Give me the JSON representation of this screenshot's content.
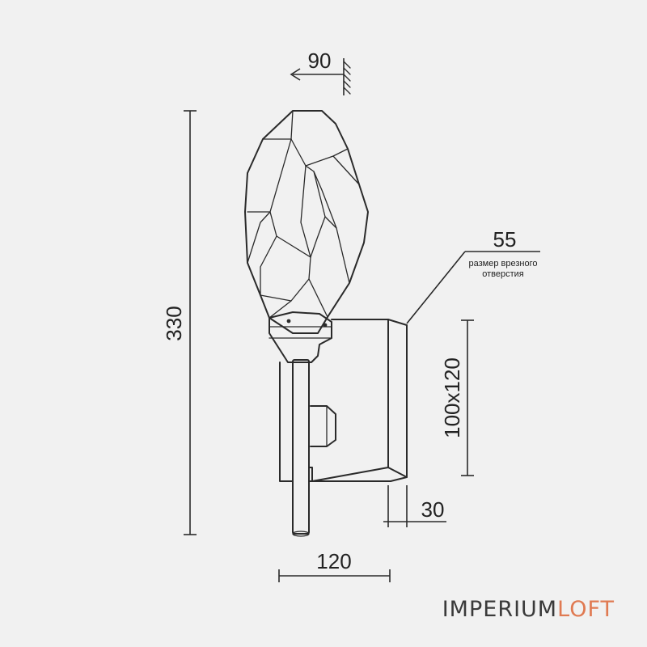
{
  "dimensions": {
    "angle": "90",
    "height": "330",
    "hole_size": "55",
    "hole_caption_line1": "размер врезного",
    "hole_caption_line2": "отверстия",
    "base": "100x120",
    "base_depth": "30",
    "width": "120"
  },
  "brand": {
    "part1": "IMPERIUM",
    "part2": "LOFT",
    "color1": "#3a3a3a",
    "color2": "#e07a52"
  },
  "colors": {
    "line": "#2a2a2a",
    "background": "#f1f1f1"
  }
}
